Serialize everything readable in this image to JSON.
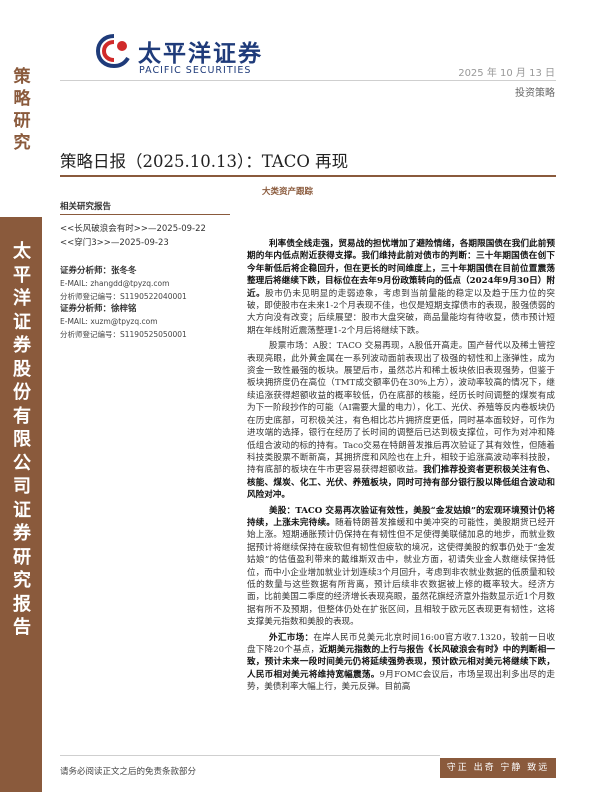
{
  "sidebar": {
    "category_label": "策略研究",
    "company_label": "太平洋证券股份有限公司证券研究报告"
  },
  "logo": {
    "name_cn": "太平洋证券",
    "name_en": "PACIFIC SECURITIES"
  },
  "header": {
    "date": "2025 年 10 月 13 日",
    "report_type": "投资策略"
  },
  "title": "策略日报（2025.10.13）：TACO 再现",
  "section_tag": "大类资产跟踪",
  "related": {
    "heading": "相关研究报告",
    "items": [
      "<<长风破浪会有时>>—2025-09-22",
      "<<穿门3>>—2025-09-23"
    ]
  },
  "analysts": [
    {
      "heading": "证券分析师：张冬冬",
      "email": "E-MAIL: zhangdd@tpyzq.com",
      "cert": "分析师登记编号：S1190522040001"
    },
    {
      "heading": "证券分析师：徐梓铭",
      "email": "E-MAIL: xuzm@tpyzq.com",
      "cert": "分析师登记编号：S1190525050001"
    }
  ],
  "body": {
    "p1_bold": "利率债全线走强，贸易战的担忧增加了避险情绪，各期限国债在我们此前预期的年内低点附近获得支撑。我们维持此前对债市的判断：三十年期国债在创下今年新低后将企稳回升，但在更长的时间维度上，三十年期国债在目前位置震荡整理后将继续下跌，目标位在去年9月份政策转向的低点（2024年9月30日）附近。",
    "p1_rest": "股市仍未见明显的走弱迹象，考虑到当前量能的稳定以及趋于压力位的突破，即使股市在未来1-2个月表现不佳，也仅是短期支撑债市的表现，股强债弱的大方向没有改变；后续展望：股市大盘突破，商品量能均有待收复，债市预计短期在年线附近震荡整理1-2个月后将继续下跌。",
    "p2": "股票市场：A股：TACO 交易再现，A股低开高走。国产替代以及稀土管控表现亮眼，此外黄金属在一系列波动面前表现出了极强的韧性和上涨弹性，成为资金一致性最强的板块。展望后市，虽然芯片和稀土板块依旧表现强势，但鉴于板块拥挤度仍在高位（TMT成交额率仍在30%上方），波动率较高的情况下，继续追涨获得超额收益的概率较低，仍在底部的核能，经历长时间调整的煤炭有成为下一阶段抄作的可能（AI需要大量的电力），化工、光伏、养殖等反内卷板块仍在历史底部，可积极关注，有色相比芯片拥挤度更低，同时基本面较好，可作为进攻端的选择，银行在经历了长时间的调整后已达到极支撑位，可作为对冲和降低组合波动的标的持有。Taco交易在特朗普发推后再次验证了其有效性，但随着科技类股票不断新高，其拥挤度和风险也在上升，相较于追涨高波动率科技股，持有底部的板块在牛市更容易获得超额收益。",
    "p2_bold": "我们推荐投资者更积极关注有色、核能、煤炭、化工、光伏、养殖板块，同时可持有部分银行股以降低组合波动和风险对冲。",
    "p3_bold": "美股：TACO 交易再次验证有效性，美股“金发姑娘”的宏观环境预计仍将持续，上涨未完待续。",
    "p3": "随着特朗普发推缓和中美冲突的可能性，美股期货已经开始上涨。短期通胀预计仍保持在有韧性但不足使得美联储加息的地步，而就业数据预计将继续保持在疲软但有韧性但疲软的境况，这使得美股的叙事仍处于“金发姑娘”的估值盈利带来的戴维斯双击中，就业方面，初请失业金人数继续保持低位，而中小企业增加就业计划连续3个月回升，考虑到非农就业数据的低质量和较低的数量与这些数据有所背离，预计后续非农数据被上修的概率较大。经济方面，比前美国二季度的经济增长表现亮眼，虽然花旗经济意外指数显示近1个月数据有所不及预期，但整体仍处在扩张区间，且相较于欧元区表现更有韧性，这将支撑美元指数和美股的表现。",
    "p4_lead": "外汇市场：",
    "p4": "在岸人民币兑美元北京时间16:00官方收7.1320，较前一日收盘下降20个基点，",
    "p4_bold": "近期美元指数的上行与报告《长风破浪会有时》中的判断相一致，预计未来一段时间美元仍将延续强势表现，预计欧元相对美元将继续下跌，人民币相对美元将维持宽幅震荡。",
    "p4_rest": "9月FOMC会议后，市场呈现出利多出尽的走势，美债利率大幅上行，美元反弹。目前高"
  },
  "footer": {
    "note": "请务必阅读正文之后的免责条款部分",
    "slogan": "守正 出奇 宁静 致远"
  },
  "colors": {
    "brand_brown": "#8a5a3c",
    "logo_blue": "#1f3b7a",
    "logo_red": "#d02a2a"
  }
}
